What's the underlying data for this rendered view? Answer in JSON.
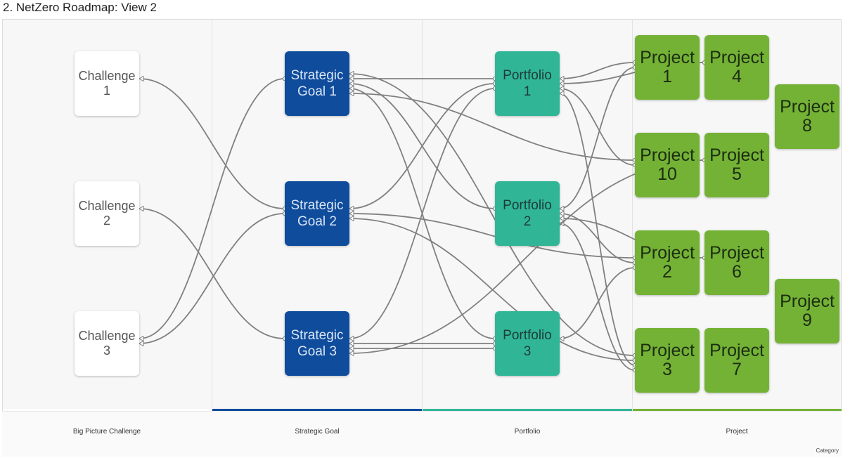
{
  "page": {
    "title": "2. NetZero Roadmap: View 2",
    "category_label": "Category"
  },
  "lanes": [
    {
      "id": "challenge",
      "label": "Big Picture Challenge",
      "color": "#ffffff"
    },
    {
      "id": "strategic",
      "label": "Strategic Goal",
      "color": "#0f4c9c"
    },
    {
      "id": "portfolio",
      "label": "Portfolio",
      "color": "#30b697"
    },
    {
      "id": "project",
      "label": "Project",
      "color": "#74b236"
    }
  ],
  "nodes": [
    {
      "id": "c1",
      "lane": "challenge",
      "label": "Challenge\n1"
    },
    {
      "id": "c2",
      "lane": "challenge",
      "label": "Challenge\n2"
    },
    {
      "id": "c3",
      "lane": "challenge",
      "label": "Challenge\n3"
    },
    {
      "id": "s1",
      "lane": "strategic",
      "label": "Strategic\nGoal 1"
    },
    {
      "id": "s2",
      "lane": "strategic",
      "label": "Strategic\nGoal 2"
    },
    {
      "id": "s3",
      "lane": "strategic",
      "label": "Strategic\nGoal 3"
    },
    {
      "id": "pf1",
      "lane": "portfolio",
      "label": "Portfolio\n1"
    },
    {
      "id": "pf2",
      "lane": "portfolio",
      "label": "Portfolio\n2"
    },
    {
      "id": "pf3",
      "lane": "portfolio",
      "label": "Portfolio\n3"
    },
    {
      "id": "p1",
      "lane": "project",
      "label": "Project\n1"
    },
    {
      "id": "p4",
      "lane": "project",
      "label": "Project\n4"
    },
    {
      "id": "p8",
      "lane": "project",
      "label": "Project\n8"
    },
    {
      "id": "p10",
      "lane": "project",
      "label": "Project\n10"
    },
    {
      "id": "p5",
      "lane": "project",
      "label": "Project\n5"
    },
    {
      "id": "p2",
      "lane": "project",
      "label": "Project\n2"
    },
    {
      "id": "p6",
      "lane": "project",
      "label": "Project\n6"
    },
    {
      "id": "p9",
      "lane": "project",
      "label": "Project\n9"
    },
    {
      "id": "p3",
      "lane": "project",
      "label": "Project\n3"
    },
    {
      "id": "p7",
      "lane": "project",
      "label": "Project\n7"
    }
  ],
  "links": [
    {
      "from": "s1",
      "to": "c3"
    },
    {
      "from": "s2",
      "to": "c1"
    },
    {
      "from": "s2",
      "to": "c3"
    },
    {
      "from": "s3",
      "to": "c2"
    },
    {
      "from": "pf1",
      "to": "s1"
    },
    {
      "from": "pf1",
      "to": "s2"
    },
    {
      "from": "pf1",
      "to": "s3"
    },
    {
      "from": "pf2",
      "to": "s1"
    },
    {
      "from": "pf3",
      "to": "s1"
    },
    {
      "from": "pf3",
      "to": "s3"
    },
    {
      "from": "pf3",
      "to": "s3"
    },
    {
      "from": "p1",
      "to": "pf1"
    },
    {
      "from": "p4",
      "to": "pf1"
    },
    {
      "from": "p10",
      "to": "s1"
    },
    {
      "from": "p10",
      "to": "pf1"
    },
    {
      "from": "p1",
      "to": "pf2"
    },
    {
      "from": "p2",
      "to": "s2"
    },
    {
      "from": "p2",
      "to": "pf2"
    },
    {
      "from": "p6",
      "to": "pf2"
    },
    {
      "from": "p2",
      "to": "pf3"
    },
    {
      "from": "p3",
      "to": "s1"
    },
    {
      "from": "p3",
      "to": "s2"
    },
    {
      "from": "p3",
      "to": "pf1"
    },
    {
      "from": "p3",
      "to": "pf2"
    },
    {
      "from": "p5",
      "to": "s3"
    }
  ]
}
